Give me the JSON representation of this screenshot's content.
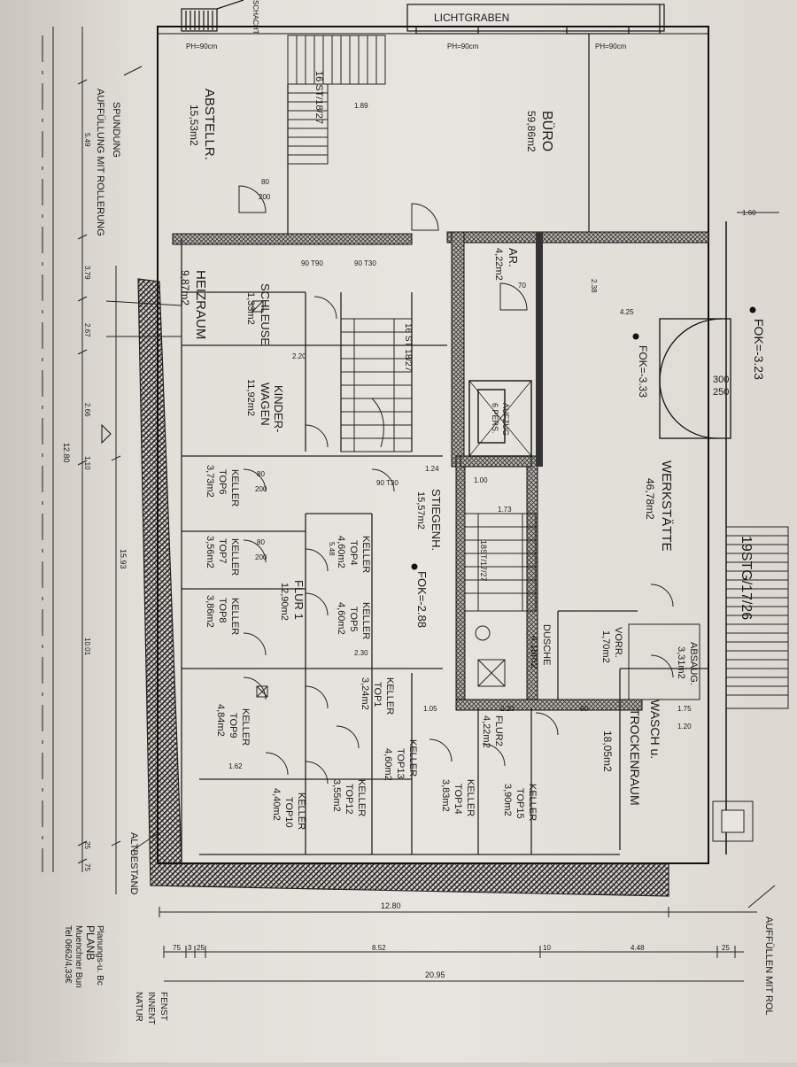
{
  "rooms": [
    {
      "id": "abstell",
      "name": "ABSTELLR.",
      "area": "15,53m2"
    },
    {
      "id": "buero",
      "name": "BÜRO",
      "area": "59,86m2"
    },
    {
      "id": "heiz",
      "name": "HEIZRAUM",
      "area": "9,87m2"
    },
    {
      "id": "schleuse",
      "name": "SCHLEUSE",
      "area": "1,33m2"
    },
    {
      "id": "kinder",
      "name": "KINDER-",
      "name2": "WAGEN",
      "area": "11,92m2"
    },
    {
      "id": "ar",
      "name": "AR.",
      "area": "4,22m2"
    },
    {
      "id": "werk",
      "name": "WERKSTÄTTE",
      "area": "46,78m2"
    },
    {
      "id": "k6",
      "name": "KELLER",
      "top": "TOP6",
      "area": "3,73m2"
    },
    {
      "id": "k7",
      "name": "KELLER",
      "top": "TOP7",
      "area": "3,56m2"
    },
    {
      "id": "k8",
      "name": "KELLER",
      "top": "TOP8",
      "area": "3,86m2"
    },
    {
      "id": "k4",
      "name": "KELLER",
      "top": "TOP4",
      "area": "4,60m2"
    },
    {
      "id": "k5",
      "name": "KELLER",
      "top": "TOP5",
      "area": "4,60m2"
    },
    {
      "id": "flur1",
      "name": "FLUR 1",
      "area": "12,90m2"
    },
    {
      "id": "stiegenh",
      "name": "STIEGENH.",
      "area": "15,57m2"
    },
    {
      "id": "dusche",
      "name": "DUSCHE",
      "area": "4,18m2"
    },
    {
      "id": "vorr",
      "name": "VORR.",
      "area": "1,70m2"
    },
    {
      "id": "absaug",
      "name": "ABSAUG.",
      "area": "3,31m2"
    },
    {
      "id": "k9",
      "name": "KELLER",
      "top": "TOP9",
      "area": "4,84m2"
    },
    {
      "id": "k1",
      "name": "KELLER",
      "top": "TOP1",
      "area": "3,24m2"
    },
    {
      "id": "k13",
      "name": "KELLER",
      "top": "TOP13",
      "area": "4,60m2"
    },
    {
      "id": "flur2",
      "name": "FLUR2",
      "area": "4,22m2"
    },
    {
      "id": "wasch",
      "name": "WASCH u.",
      "name2": "TROCKENRAUM",
      "area": "18,05m2"
    },
    {
      "id": "k10",
      "name": "KELLER",
      "top": "TOP10",
      "area": "4,40m2"
    },
    {
      "id": "k12",
      "name": "KELLER",
      "top": "TOP12",
      "area": "3,55m2"
    },
    {
      "id": "k14",
      "name": "KELLER",
      "top": "TOP14",
      "area": "3,83m2"
    },
    {
      "id": "k15",
      "name": "KELLER",
      "top": "TOP15",
      "area": "3,90m2"
    }
  ],
  "labels": {
    "lichtgraben": "LICHTGRABEN",
    "schacht": "SCHACHT",
    "spundung1": "SPUNDUNG",
    "spundung2": "AUFFÜLLUNG MIT ROLLERUNG",
    "altbestand": "ALTBESTAND",
    "auffuellen": "AUFFÜLLEN MIT ROL",
    "aufzug1": "AUFZUG",
    "aufzug2": "6 PERS.",
    "fok1": "FOK=-3.23",
    "fok2": "FOK=-3.33",
    "fok3": "FOK=-2.88",
    "stair_top": "16 ST/18/27",
    "stair_mid": "16 ST 18/27",
    "stair_low": "18ST/17/27",
    "stair_right": "19STG/17/26",
    "window_high": "PH=90cm",
    "door_300": "300",
    "door_250": "250",
    "fenst1": "FENST",
    "fenst2": "INNENT",
    "fenst3": "NATUR",
    "title1": "Planungs-u. Bc",
    "title2": "PLANB",
    "title3": "Muenchner Bun",
    "title4": "Tel 0662/4,33€",
    "sum_1280": "12.80",
    "sum_2095": "20.95",
    "sum_1593": "15.93"
  },
  "dims": {
    "b1": "75",
    "b2": "3",
    "b3": "25",
    "b4": "8.52",
    "b5": "10",
    "b6": "4.48",
    "b7": "25",
    "l1": "5.49",
    "l2": "3.79",
    "l3": "2.67",
    "l4": "2.66",
    "l5": "10.01",
    "l6": "1.10",
    "l7": "75",
    "l8": "25",
    "d80": "80",
    "d200": "200",
    "d90": "90",
    "t90": "90 T90",
    "t30": "90 T30",
    "d70": "70",
    "d189": "1.89",
    "d160": "1.60",
    "d425": "4.25",
    "d220": "2.20",
    "d230": "2.30",
    "d124": "1.24",
    "d173": "1.73",
    "d175": "1.75",
    "d120": "1.20",
    "d105": "1.05",
    "d162": "1.62",
    "d100": "1.00",
    "d548": "5.48",
    "d238": "2.38"
  }
}
